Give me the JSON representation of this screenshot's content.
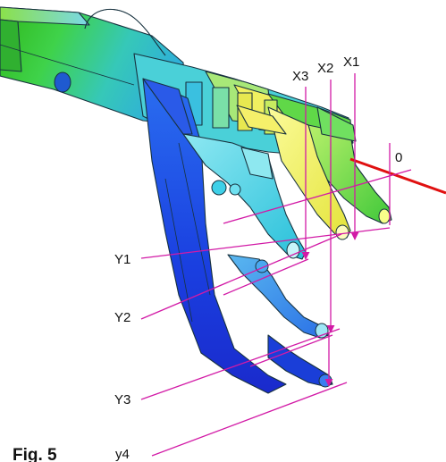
{
  "labels": {
    "x1": "X1",
    "x2": "X2",
    "x3": "X3",
    "origin": "0",
    "y1": "Y1",
    "y2": "Y2",
    "y3": "Y3",
    "y4": "y4"
  },
  "caption": "Fig. 5",
  "colors": {
    "guide_lines": "#d21aa6",
    "axis_line": "#e01010",
    "stage_back": "#3fc81e",
    "stage_yellow": "#f2f25a",
    "stage_cyan": "#3fd2e0",
    "stage_blue": "#1a55e6",
    "stage_dark": "#1a2fd0"
  },
  "icons": {
    "arrow_markers": "arrowhead-icon"
  }
}
